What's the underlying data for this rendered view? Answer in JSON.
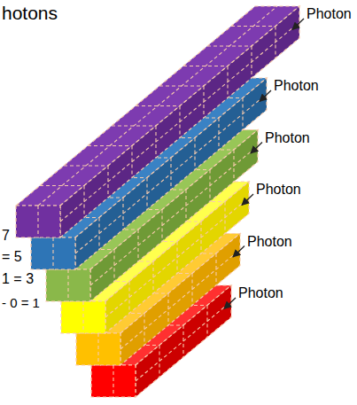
{
  "diagram": {
    "labels": [
      "hotons",
      "Photon",
      "Photon",
      "Photon",
      "Photon",
      "Photon",
      "Photon",
      "7",
      "= 5",
      "1 = 3",
      "- 0 = 1"
    ]
  }
}
